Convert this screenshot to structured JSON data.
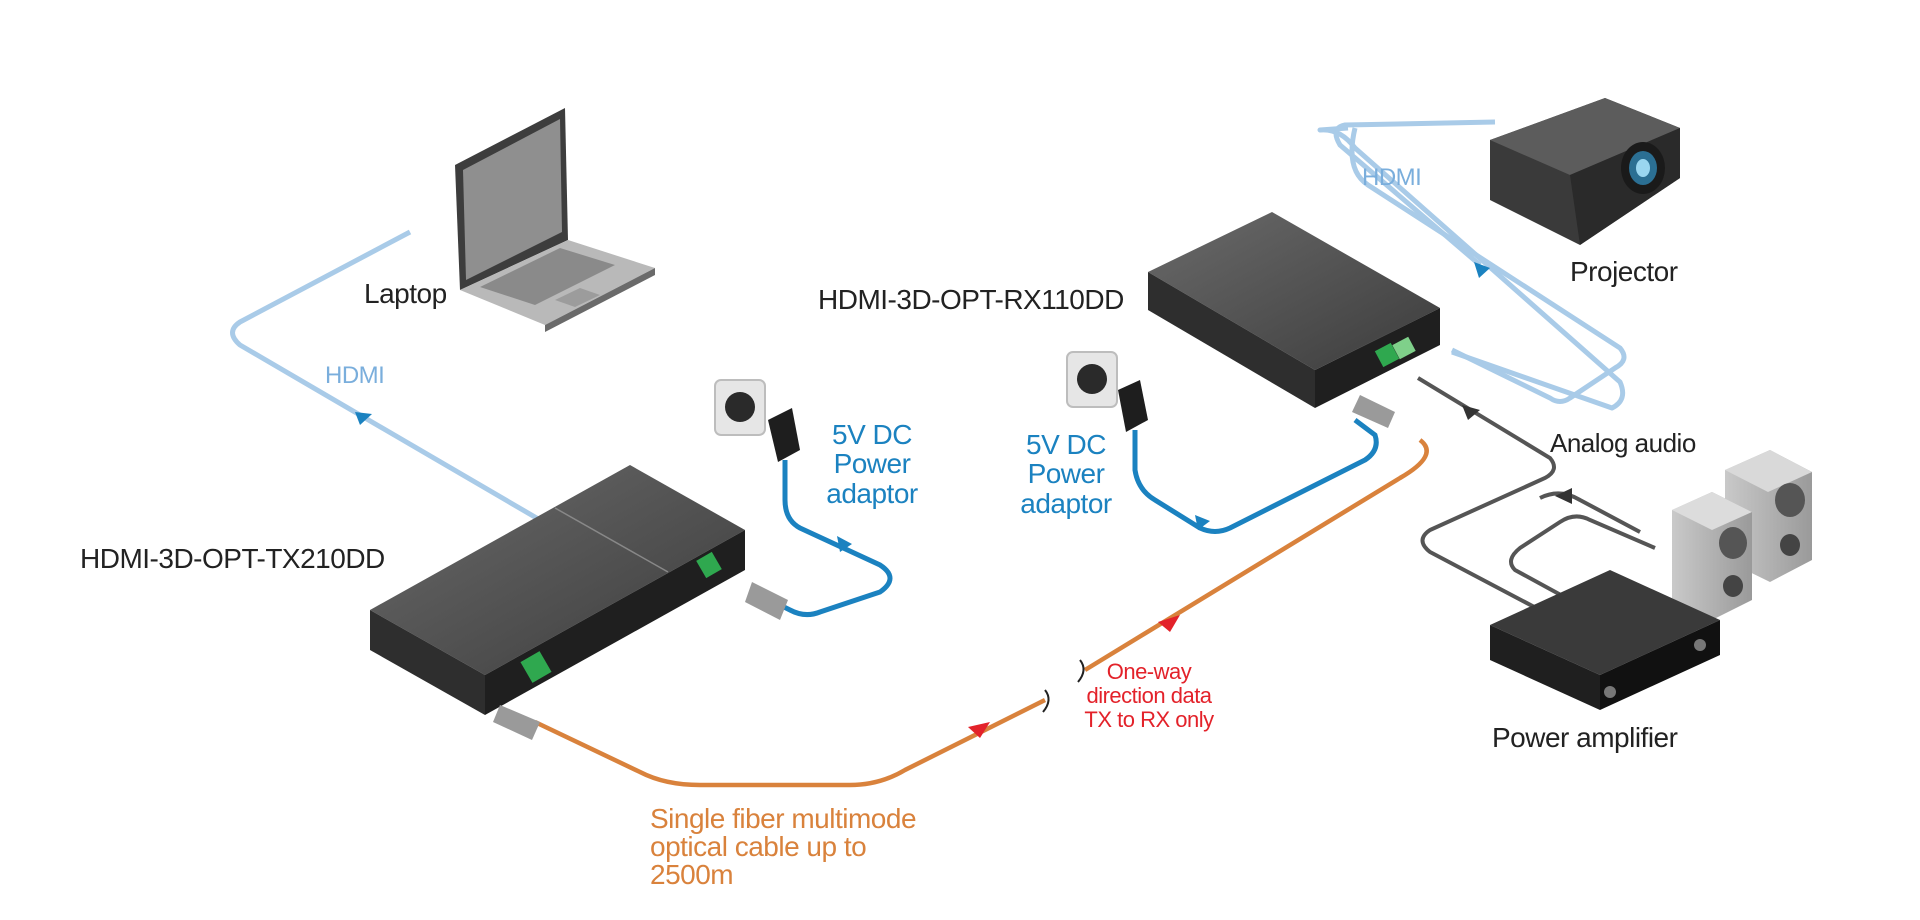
{
  "labels": {
    "laptop": "Laptop",
    "hdmi_left": "HDMI",
    "hdmi_right": "HDMI",
    "projector": "Projector",
    "rx_device": "HDMI-3D-OPT-RX110DD",
    "tx_device": "HDMI-3D-OPT-TX210DD",
    "power_left": "5V DC Power adaptor",
    "power_right": "5V DC Power adaptor",
    "analog_audio": "Analog audio",
    "power_amplifier": "Power amplifier",
    "one_way": "One-way direction data TX to RX only",
    "fiber_cable": "Single fiber multimode optical cable up to 2500m"
  },
  "colors": {
    "hdmi_cable": "#a9cbe8",
    "power_cable": "#1b82c0",
    "fiber_cable": "#d9823c",
    "audio_cable": "#555555",
    "direction_arrow": "#e3222a",
    "device_body": "#4a4a4a"
  },
  "icons": [
    "laptop-icon",
    "projector-icon",
    "wall-socket-icon",
    "power-adapter-icon",
    "speaker-icon",
    "amplifier-icon",
    "fiber-connector-icon"
  ]
}
